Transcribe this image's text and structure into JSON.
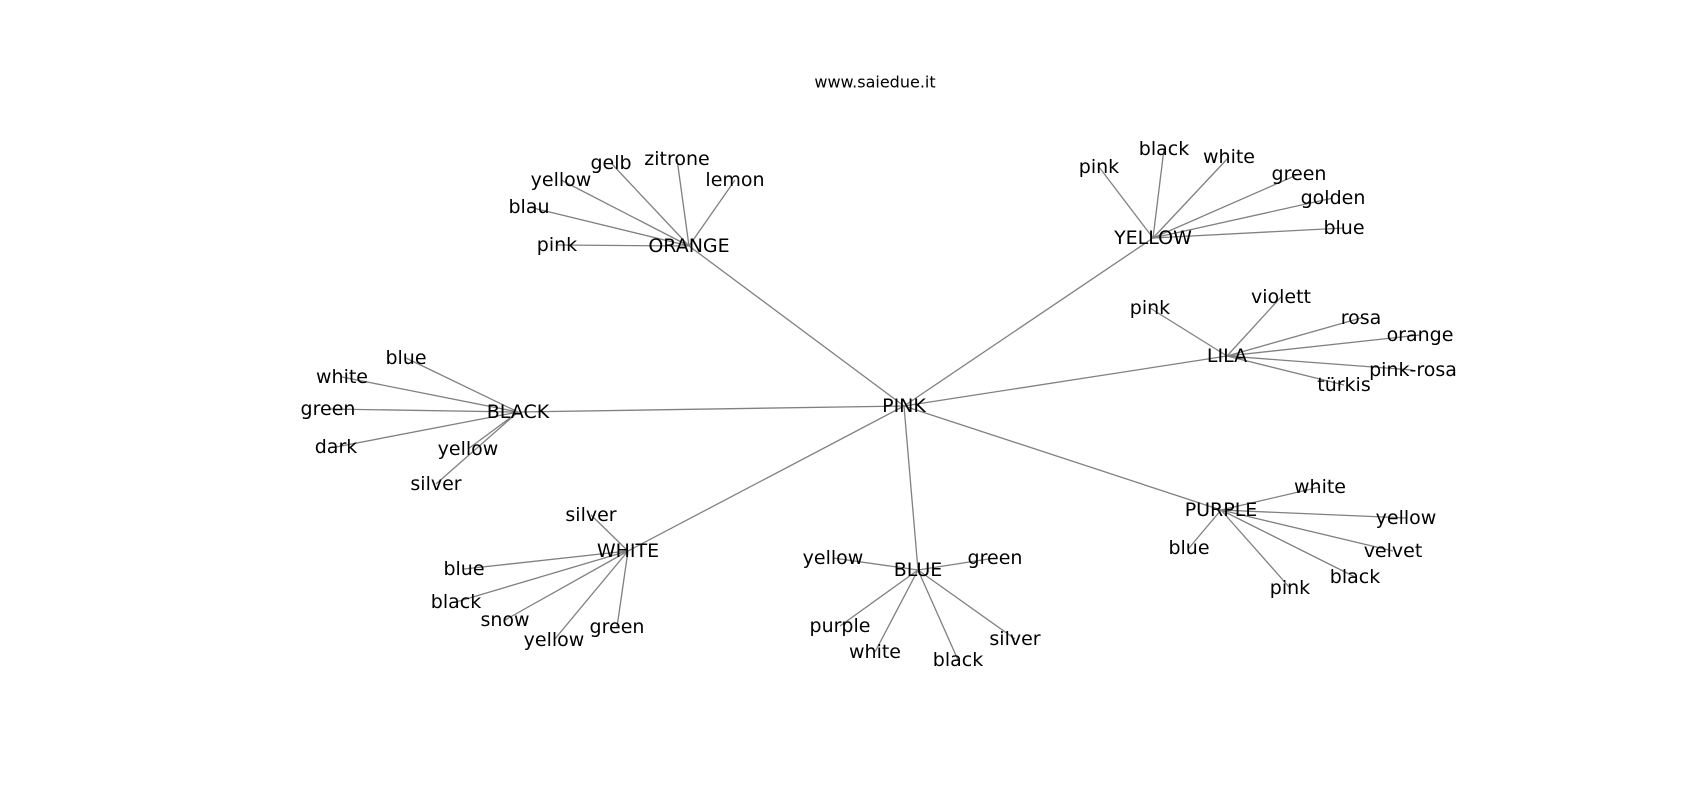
{
  "title": "www.saiedue.it",
  "colors": {
    "edge": "#808080",
    "text": "#000000",
    "background": "#ffffff"
  },
  "graph": {
    "center": "PINK",
    "hubs": [
      {
        "label": "ORANGE",
        "leaves": [
          "pink",
          "blau",
          "yellow",
          "gelb",
          "zitrone",
          "lemon"
        ]
      },
      {
        "label": "YELLOW",
        "leaves": [
          "pink",
          "black",
          "white",
          "green",
          "golden",
          "blue"
        ]
      },
      {
        "label": "LILA",
        "leaves": [
          "pink",
          "violett",
          "rosa",
          "orange",
          "pink-rosa",
          "türkis"
        ]
      },
      {
        "label": "BLACK",
        "leaves": [
          "blue",
          "white",
          "green",
          "dark",
          "yellow",
          "silver"
        ]
      },
      {
        "label": "WHITE",
        "leaves": [
          "silver",
          "blue",
          "black",
          "snow",
          "yellow",
          "green"
        ]
      },
      {
        "label": "BLUE",
        "leaves": [
          "yellow",
          "green",
          "purple",
          "white",
          "black",
          "silver"
        ]
      },
      {
        "label": "PURPLE",
        "leaves": [
          "white",
          "yellow",
          "blue",
          "velvet",
          "black",
          "pink"
        ]
      }
    ]
  }
}
